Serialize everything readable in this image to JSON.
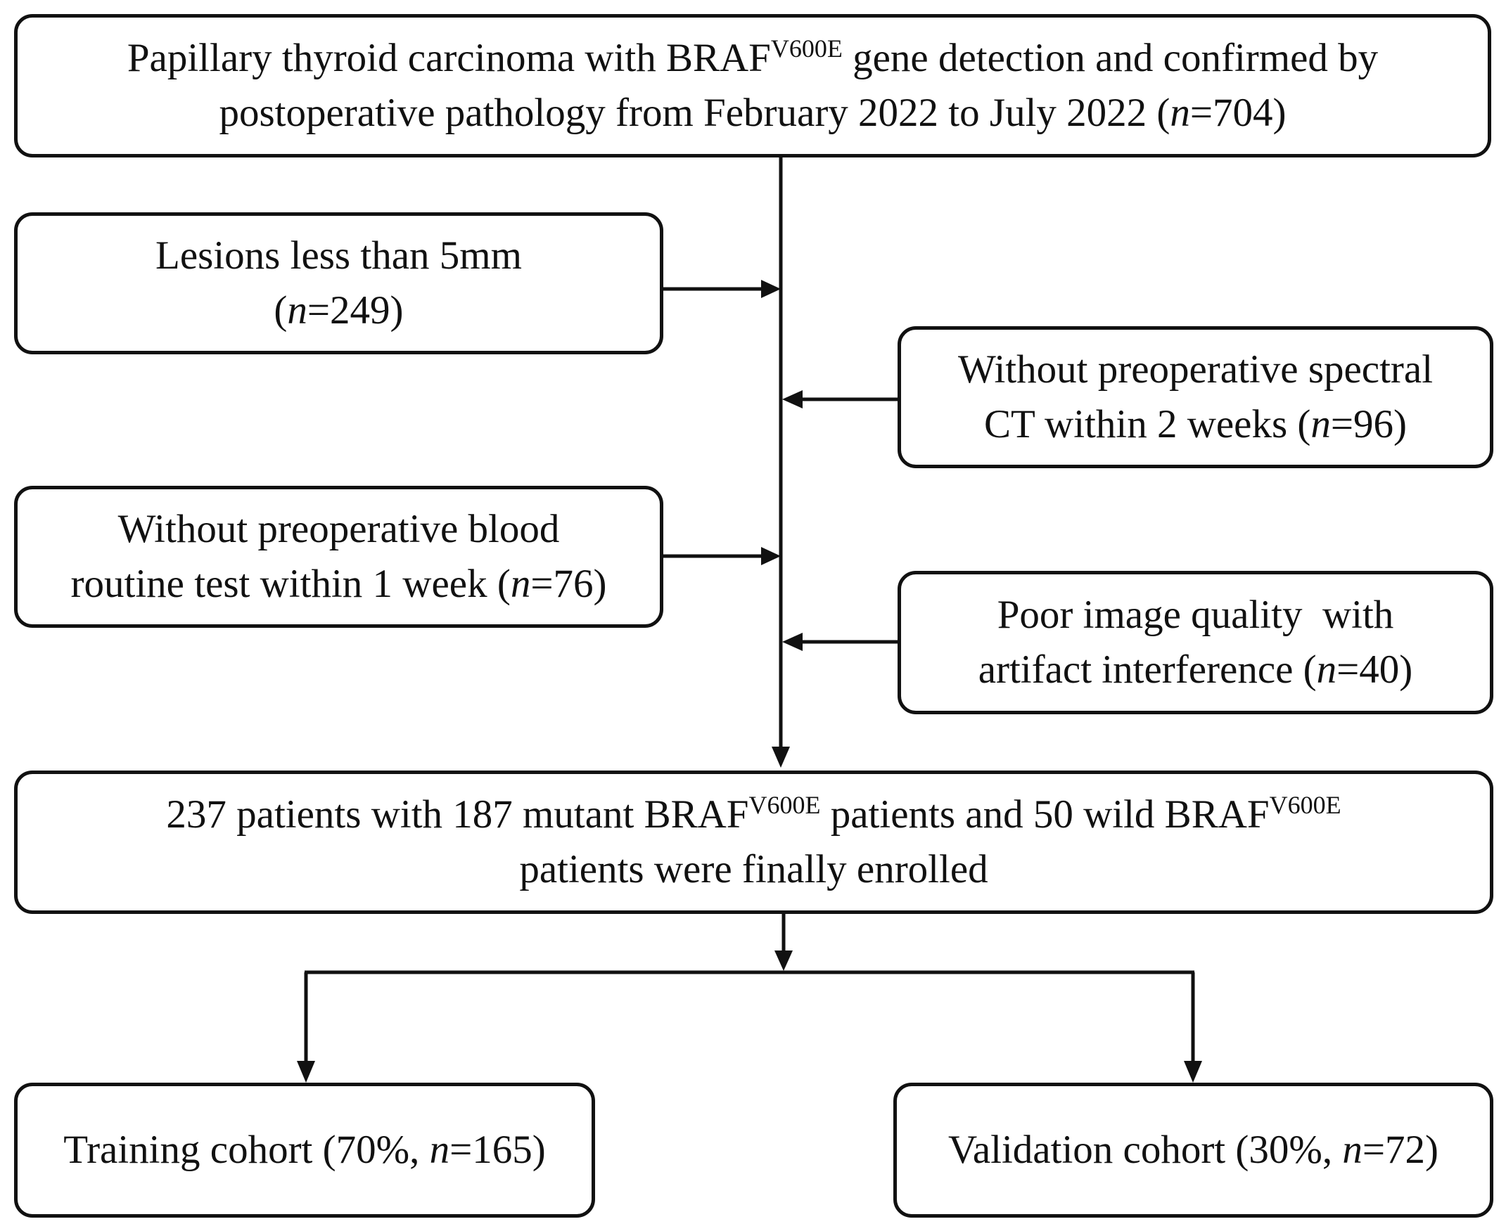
{
  "nodes": {
    "top": {
      "line1_pre": "Papillary thyroid carcinoma with BRAF",
      "line1_sup": "V600E",
      "line1_post": " gene detection and confirmed by",
      "line2_pre": "postoperative pathology from February 2022 to July 2022 (",
      "n_label": "n",
      "line2_post": "=704)"
    },
    "excl_lesions": {
      "line1": "Lesions less than 5mm",
      "line2_pre": "(",
      "n_label": "n",
      "line2_post": "=249)"
    },
    "excl_ct": {
      "line1": "Without preoperative spectral",
      "line2_pre": "CT within 2 weeks (",
      "n_label": "n",
      "line2_post": "=96)"
    },
    "excl_blood": {
      "line1": "Without preoperative blood",
      "line2_pre": "routine test within 1 week (",
      "n_label": "n",
      "line2_post": "=76)"
    },
    "excl_image": {
      "line1": "Poor image quality  with",
      "line2_pre": "artifact interference (",
      "n_label": "n",
      "line2_post": "=40)"
    },
    "enrolled": {
      "line1_a": "237 patients with 187 mutant BRAF",
      "sup1": "V600E",
      "line1_b": " patients and 50 wild BRAF",
      "sup2": "V600E",
      "line2": "patients were finally enrolled"
    },
    "training": {
      "pre": "Training cohort (70%, ",
      "n_label": "n",
      "post": "=165)"
    },
    "validation": {
      "pre": "Validation cohort (30%, ",
      "n_label": "n",
      "post": "=72)"
    }
  },
  "colors": {
    "stroke": "#111111",
    "background": "#ffffff"
  }
}
